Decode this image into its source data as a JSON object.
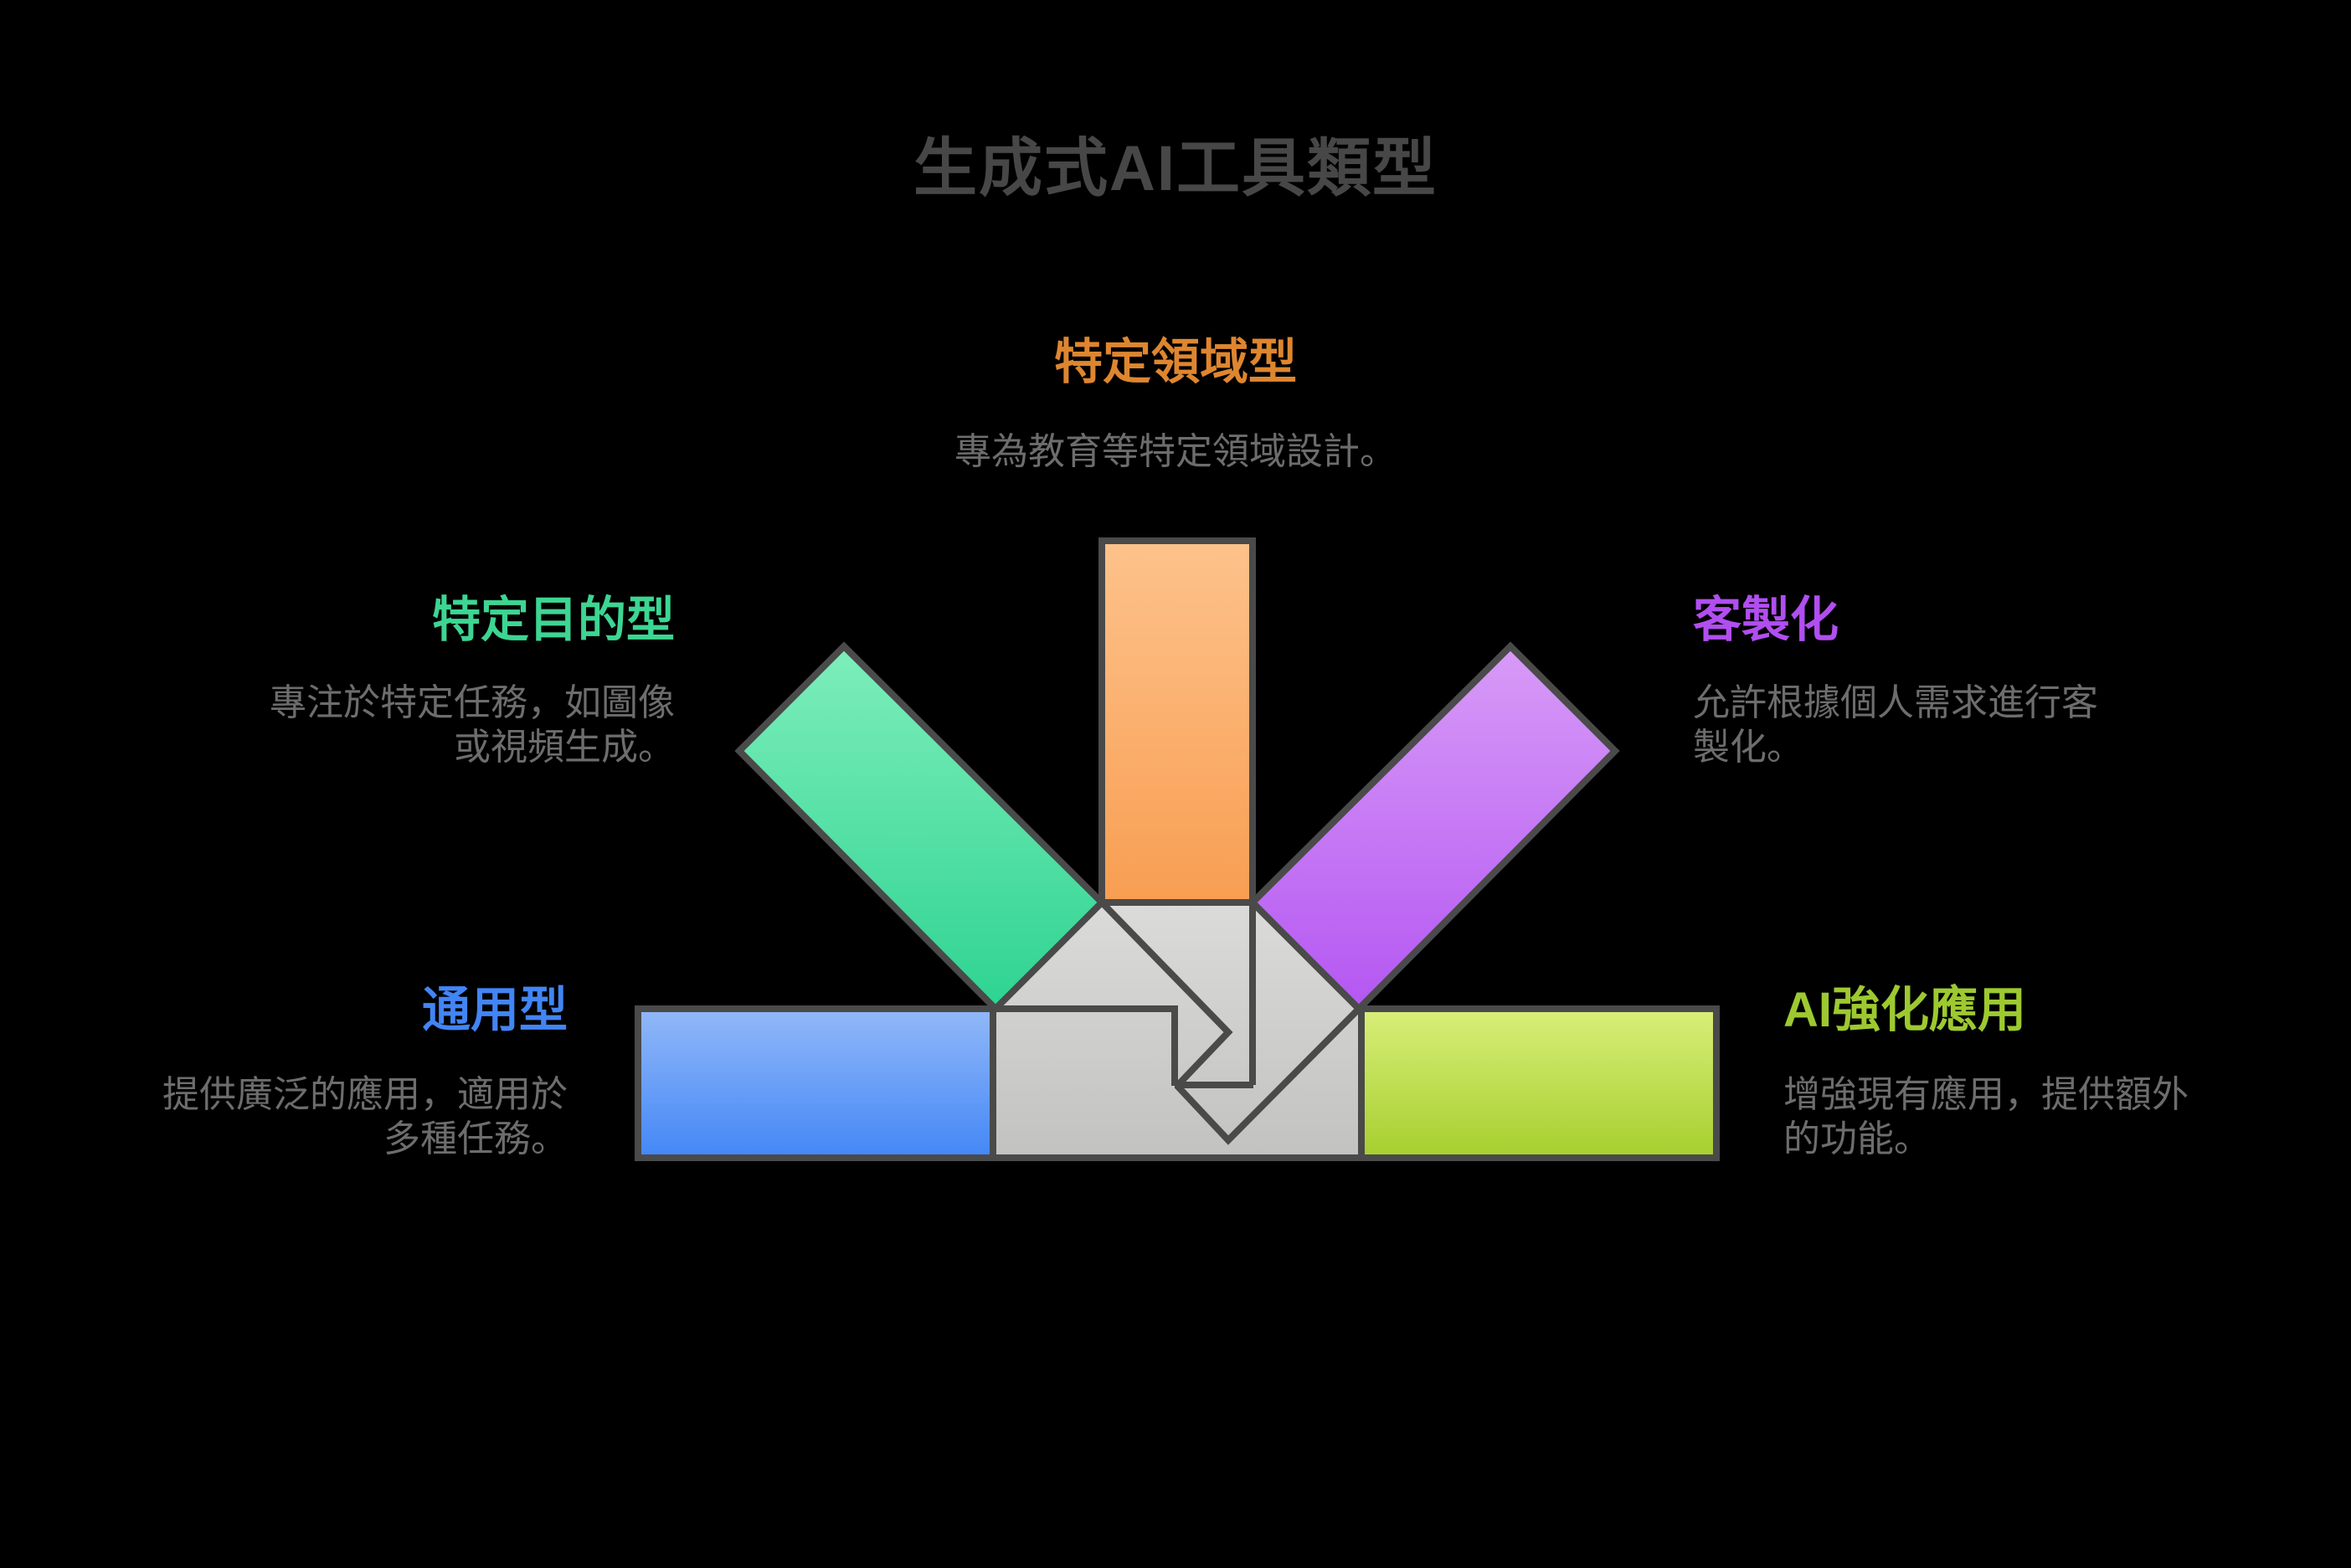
{
  "title": "生成式AI工具類型",
  "colors": {
    "background": "#000000",
    "stroke": "#4a4a4a",
    "title_color": "#474747",
    "desc_color": "#6d6d6d",
    "orange_top": "#fdc28b",
    "orange_bottom": "#f89e52",
    "green_top": "#7eeebb",
    "green_bottom": "#2ed392",
    "purple_top": "#d89bf7",
    "purple_bottom": "#b457f2",
    "blue_top": "#92b8f8",
    "blue_bottom": "#4387f6",
    "lime_top": "#d9ee79",
    "lime_bottom": "#a6cf2e",
    "gray_top": "#dbdbd9",
    "gray_bottom": "#c2c2c0"
  },
  "categories": [
    {
      "id": "domain-specific",
      "label": "特定領域型",
      "label_color": "#de862f",
      "desc_lines": [
        "專為教育等特定領域設計。"
      ],
      "position": "top",
      "arrow_color": "orange"
    },
    {
      "id": "purpose-specific",
      "label": "特定目的型",
      "label_color": "#3dd592",
      "desc_lines": [
        "專注於特定任務，如圖像",
        "或視頻生成。"
      ],
      "position": "upper-left",
      "arrow_color": "green"
    },
    {
      "id": "customized",
      "label": "客製化",
      "label_color": "#b14ef0",
      "desc_lines": [
        "允許根據個人需求進行客",
        "製化。"
      ],
      "position": "upper-right",
      "arrow_color": "purple"
    },
    {
      "id": "general-purpose",
      "label": "通用型",
      "label_color": "#4285f4",
      "desc_lines": [
        "提供廣泛的應用，適用於",
        "多種任務。"
      ],
      "position": "bottom-left",
      "arrow_color": "blue"
    },
    {
      "id": "ai-enhanced",
      "label": "AI強化應用",
      "label_color": "#9dc930",
      "desc_lines": [
        "增強現有應用，提供額外",
        "的功能。"
      ],
      "position": "bottom-right",
      "arrow_color": "lime"
    }
  ]
}
